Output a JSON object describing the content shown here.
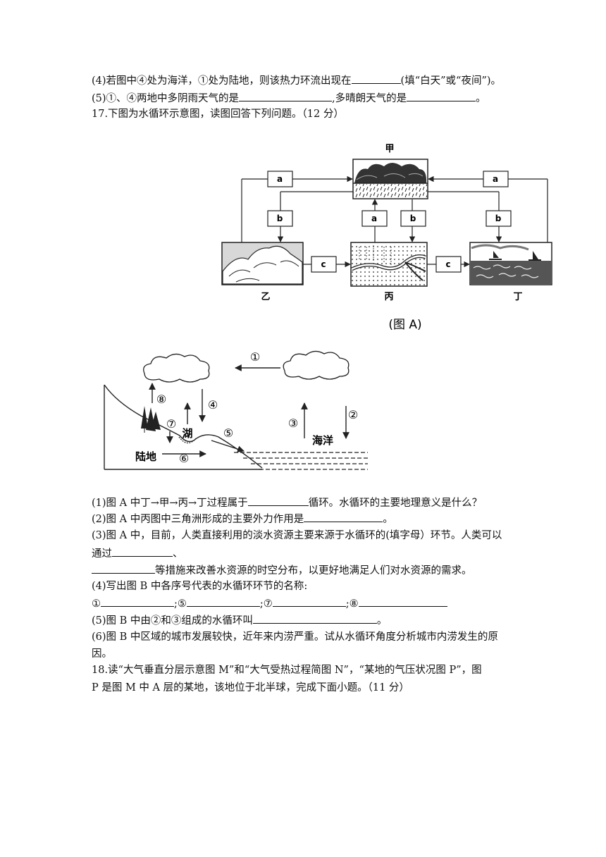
{
  "questions_top": {
    "q4": {
      "text_a": "(4)若图中④处为海洋，①处为陆地，则该热力环流出现在",
      "text_b": "(填“白天”或“夜间”)。"
    },
    "q5": {
      "text_a": "(5)①、④两地中多阴雨天气的是",
      "text_b": ",多晴朗天气的是",
      "text_c": "。"
    },
    "q17": {
      "text": "17.下图为水循环示意图，读图回答下列问题。（12 分）"
    }
  },
  "figure_a": {
    "caption": "(图 A)",
    "nodes": {
      "jia": "甲",
      "yi": "乙",
      "bing": "丙",
      "ding": "丁"
    },
    "arrows": {
      "a": "a",
      "b": "b",
      "c": "c"
    }
  },
  "figure_b": {
    "labels": {
      "lake": "湖",
      "ocean": "海洋",
      "land": "陆地"
    },
    "numbers": {
      "n1": "①",
      "n2": "②",
      "n3": "③",
      "n4": "④",
      "n5": "⑤",
      "n6": "⑥",
      "n7": "⑦",
      "n8": "⑧"
    }
  },
  "questions": {
    "q1": {
      "text_a": "(1)图 A 中丁→甲→丙→丁过程属于",
      "text_b": "循环。水循环的主要地理意义是什么？"
    },
    "q2": {
      "text_a": "(2)图 A 中丙图中三角洲形成的主要外力作用是",
      "text_b": "。"
    },
    "q3": {
      "line1": "(3)图 A 中，目前，人类直接利用的淡水资源主要来源于水循环的(填字母）环节。人类可以",
      "line2_a": "通过",
      "line2_b": "、",
      "line3_b": "等措施来改善水资源的时空分布，以更好地满足人们对水资源的需求。"
    },
    "q4": {
      "text": "(4)写出图 B 中各序号代表的水循环环节的名称:",
      "l1": "①",
      "sep5": ";⑤",
      "sep7": ";⑦",
      "sep8": ";⑧"
    },
    "q5": {
      "text_a": "(5)图 B 中由②和③组成的水循环叫",
      "text_b": "。"
    },
    "q6": {
      "line1": "(6)图 B 中区域的城市发展较快，近年来内涝严重。试从水循环角度分析城市内涝发生的原",
      "line2": "因。"
    },
    "q18": {
      "line1": "18.读“大气垂直分层示意图 M”和“大气受热过程简图 N”，“某地的气压状况图 P”，图",
      "line2": "P 是图 M 中 A 层的某地，该地位于北半球，完成下面小题。（11 分）"
    }
  }
}
